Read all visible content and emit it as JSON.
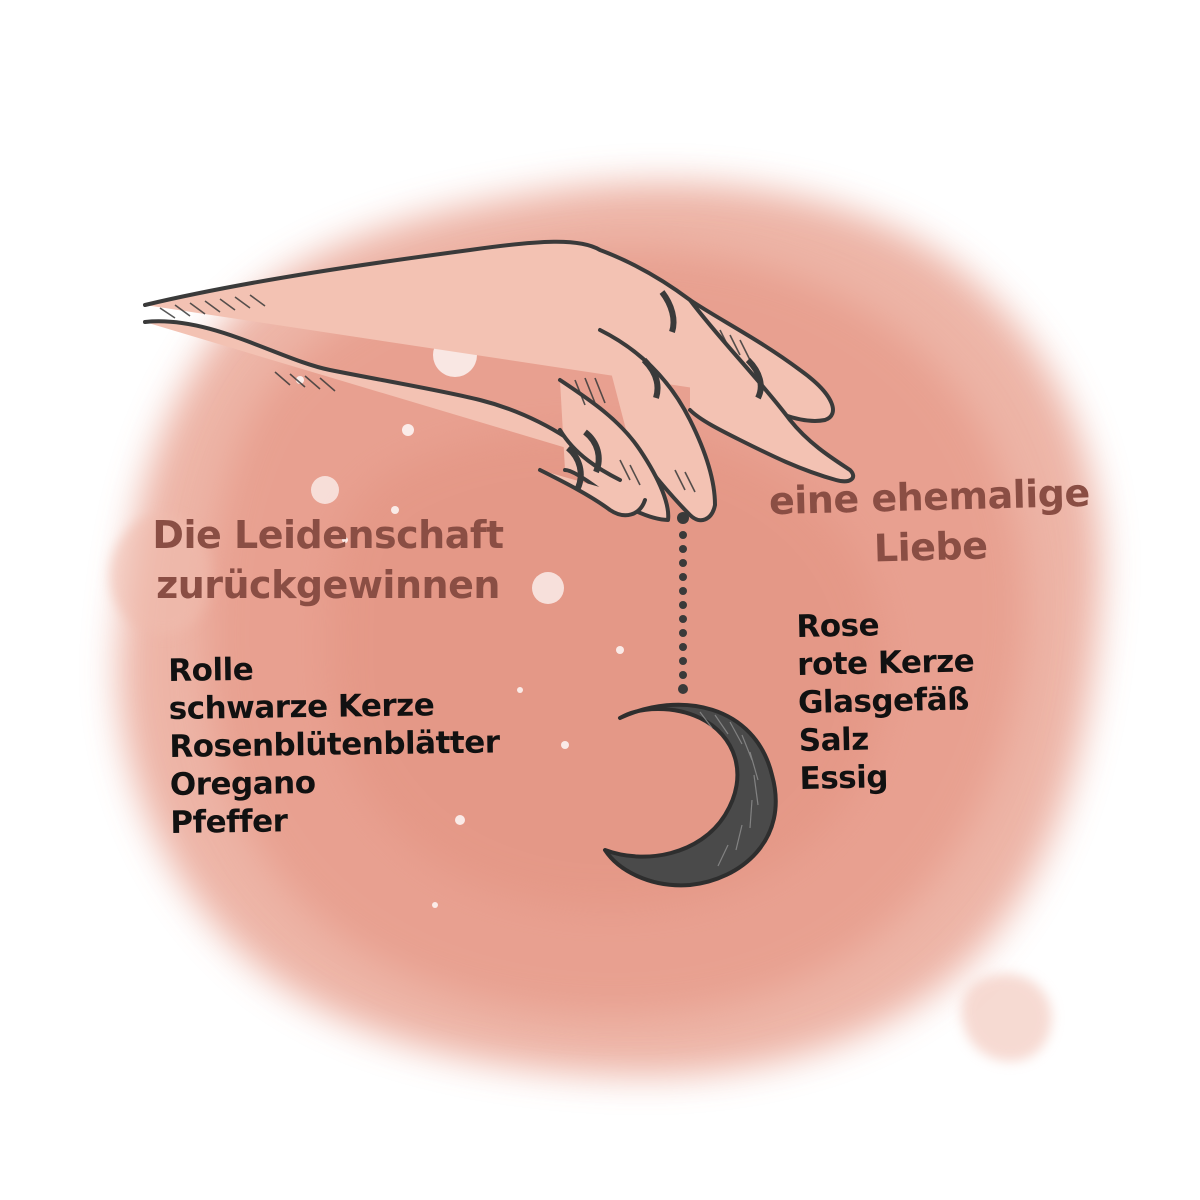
{
  "left": {
    "heading": [
      "Die Leidenschaft",
      "zurückgewinnen"
    ],
    "items": [
      "Rolle",
      "schwarze Kerze",
      "Rosenblütenblätter",
      "Oregano",
      "Pfeffer"
    ]
  },
  "right": {
    "heading": [
      "eine ehemalige",
      "Liebe"
    ],
    "items": [
      "Rose",
      "rote Kerze",
      "Glasgefäß",
      "Salz",
      "Essig"
    ]
  },
  "colors": {
    "watercolor": "#e7a392",
    "heading": "#8a4e44",
    "text": "#111111",
    "ink": "#3a3a3a"
  },
  "icons": [
    "hand-illustration",
    "crescent-moon-pendant"
  ]
}
